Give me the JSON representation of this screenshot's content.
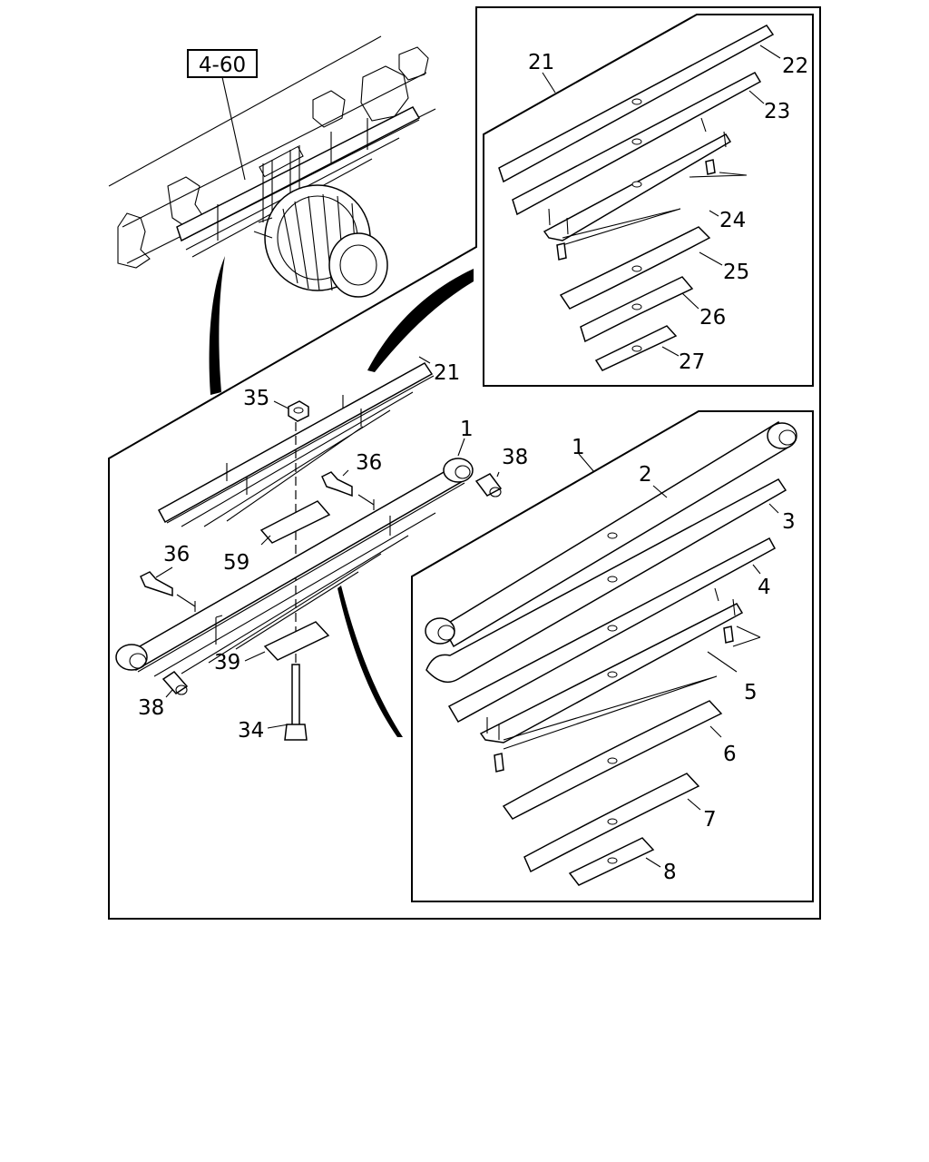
{
  "reference_box": "4-60",
  "callouts": {
    "c1a": "1",
    "c1b": "1",
    "c2": "2",
    "c3": "3",
    "c4": "4",
    "c5": "5",
    "c6": "6",
    "c7": "7",
    "c8": "8",
    "c21a": "21",
    "c21b": "21",
    "c22": "22",
    "c23": "23",
    "c24": "24",
    "c25": "25",
    "c26": "26",
    "c27": "27",
    "c34": "34",
    "c35": "35",
    "c36a": "36",
    "c36b": "36",
    "c38a": "38",
    "c38b": "38",
    "c39": "39",
    "c59": "59"
  }
}
